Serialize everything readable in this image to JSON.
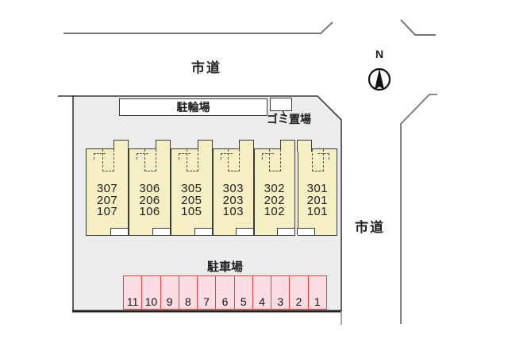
{
  "site": {
    "roads": {
      "top_label": "市道",
      "right_label": "市道"
    },
    "compass_label": "N",
    "bicycle_parking_label": "駐輪場",
    "garbage_label": "ゴミ置場",
    "parking_label": "駐車場"
  },
  "building": {
    "units": [
      {
        "rooms": [
          "307",
          "207",
          "107"
        ]
      },
      {
        "rooms": [
          "306",
          "206",
          "106"
        ]
      },
      {
        "rooms": [
          "305",
          "205",
          "105"
        ]
      },
      {
        "rooms": [
          "303",
          "203",
          "103"
        ]
      },
      {
        "rooms": [
          "302",
          "202",
          "102"
        ]
      },
      {
        "rooms": [
          "301",
          "201",
          "101"
        ]
      }
    ]
  },
  "parking": {
    "spaces": [
      "11",
      "10",
      "9",
      "8",
      "7",
      "6",
      "5",
      "4",
      "3",
      "2",
      "1"
    ]
  },
  "colors": {
    "site_fill": "#ececec",
    "unit_fill": "#f6efc3",
    "unit_border": "#3c3c3c",
    "parking_fill": "#fbdce3",
    "parking_border": "#e9403e",
    "road_line": "#777777"
  }
}
